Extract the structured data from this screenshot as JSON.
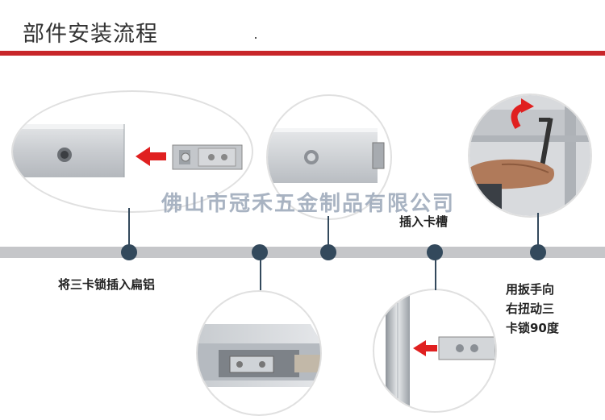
{
  "header": {
    "title": "部件安装流程"
  },
  "watermark": "佛山市冠禾五金制品有限公司",
  "steps": {
    "step1": "将三卡锁插入扁铝",
    "step2": "插入卡槽",
    "step3_line1": "用扳手向",
    "step3_line2": "右扭动三",
    "step3_line3": "卡锁90度"
  },
  "colors": {
    "accent_red": "#c8262a",
    "node_dark": "#33495c",
    "timeline_gray": "#c5c6c9",
    "arrow_red": "#e02020"
  }
}
